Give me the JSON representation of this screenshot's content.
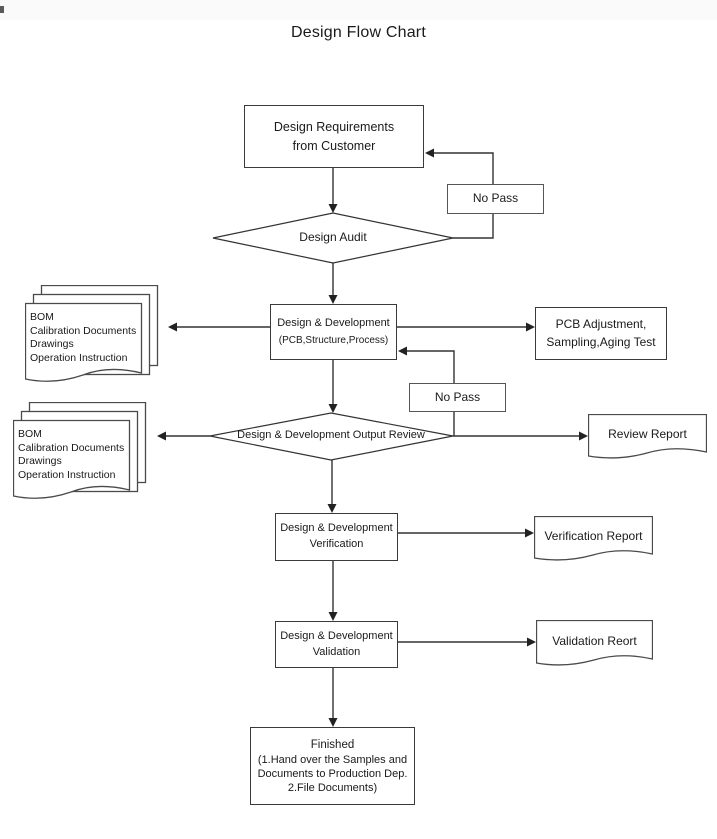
{
  "page": {
    "title": "Design Flow Chart"
  },
  "nodes": {
    "design_requirements": {
      "line1": "Design Requirements",
      "line2": "from Customer"
    },
    "no_pass_top": {
      "label": "No Pass"
    },
    "design_audit": {
      "label": "Design Audit"
    },
    "design_development": {
      "line1": "Design & Development",
      "line2": "(PCB,Structure,Process)"
    },
    "pcb_adjustment": {
      "line1": "PCB Adjustment,",
      "line2": "Sampling,Aging Test"
    },
    "doc_stack_1": {
      "line1": "BOM",
      "line2": "Calibration Documents",
      "line3": "Drawings",
      "line4": "Operation Instruction"
    },
    "no_pass_mid": {
      "label": "No Pass"
    },
    "output_review": {
      "label": "Design & Development Output Review"
    },
    "doc_stack_2": {
      "line1": "BOM",
      "line2": "Calibration Documents",
      "line3": "Drawings",
      "line4": "Operation Instruction"
    },
    "review_report": {
      "label": "Review Report"
    },
    "verification": {
      "line1": "Design & Development",
      "line2": "Verification"
    },
    "verification_report": {
      "label": "Verification Report"
    },
    "validation": {
      "line1": "Design & Development",
      "line2": "Validation"
    },
    "validation_report": {
      "label": "Validation Reort"
    },
    "finished": {
      "line1": "Finished",
      "line2": "(1.Hand over the Samples and",
      "line3": "Documents to Production Dep.",
      "line4": "2.File Documents)"
    }
  },
  "colors": {
    "line": "#333333",
    "background": "#ffffff"
  }
}
